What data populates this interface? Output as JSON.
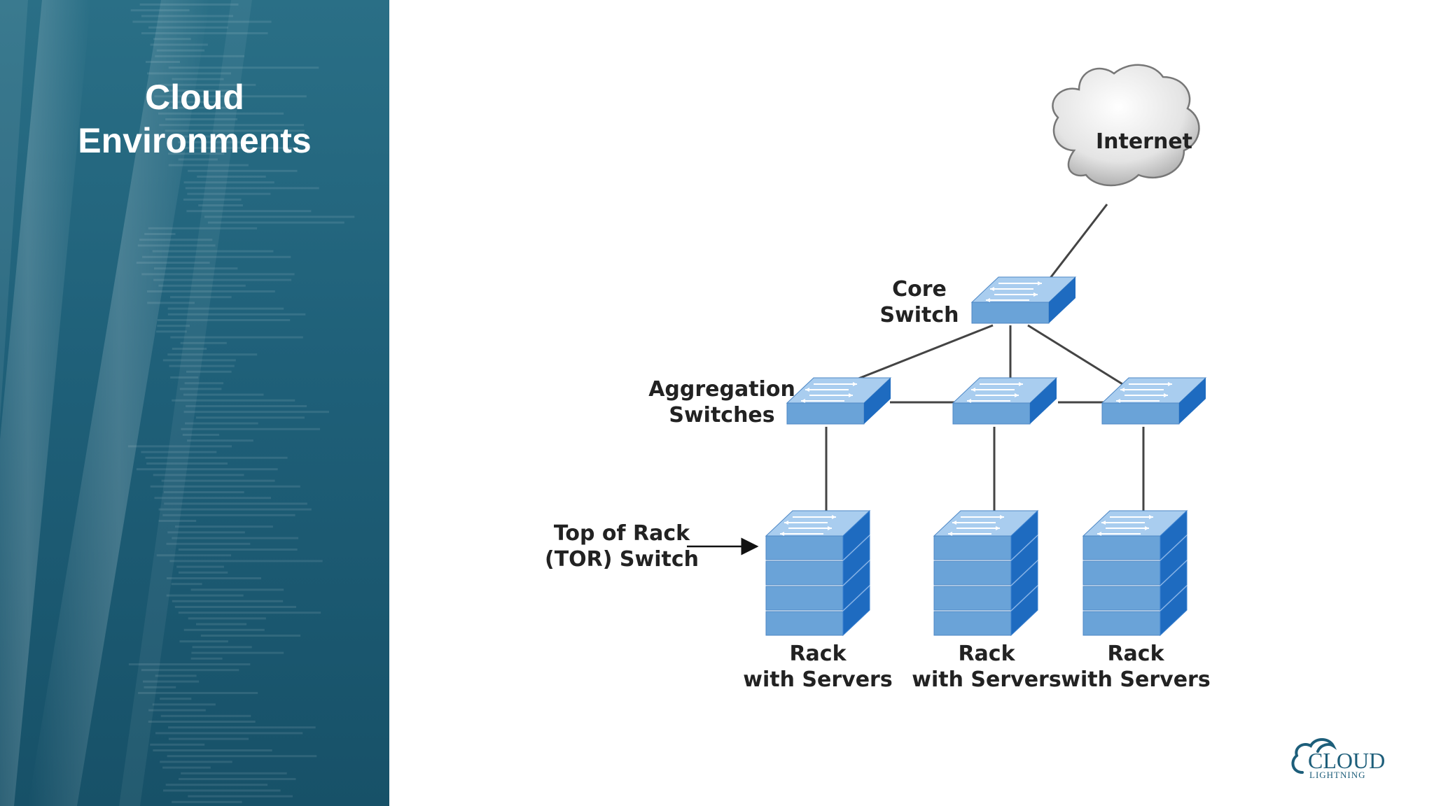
{
  "slide": {
    "title_line1": "Cloud",
    "title_line2": "Environments"
  },
  "diagram": {
    "internet": "Internet",
    "core_switch": [
      "Core",
      "Switch"
    ],
    "aggregation_switches": [
      "Aggregation",
      "Switches"
    ],
    "tor_switch": [
      "Top of Rack",
      "(TOR) Switch"
    ],
    "racks": [
      [
        "Rack",
        "with Servers"
      ],
      [
        "Rack",
        "with Servers"
      ],
      [
        "Rack",
        "with Servers"
      ]
    ]
  },
  "logo": {
    "line1": "CLOUD",
    "line2": "LIGHTNING"
  },
  "colors": {
    "panel": "#1f6079",
    "switch_top": "#a9cdef",
    "switch_front": "#6aa3d8",
    "switch_side": "#1e6bc0",
    "line": "#444444",
    "logo": "#1d5e7a"
  }
}
